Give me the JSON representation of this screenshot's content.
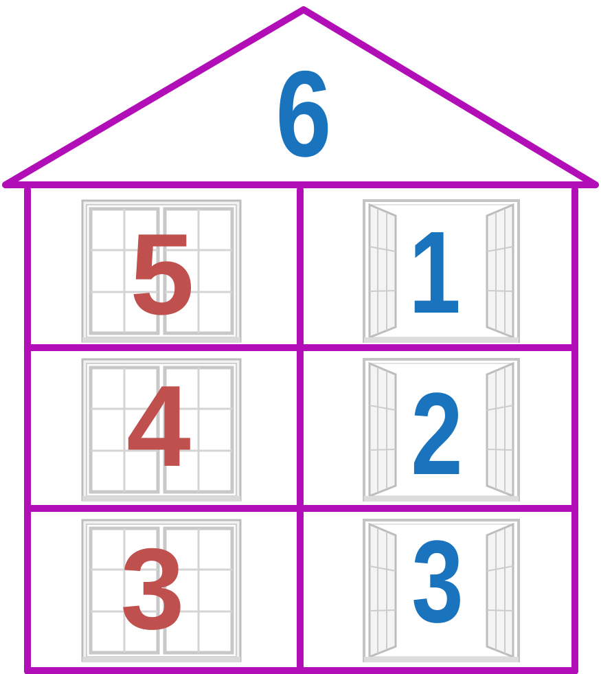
{
  "roof": {
    "number": "6"
  },
  "rows": [
    {
      "left": "5",
      "right": "1"
    },
    {
      "left": "4",
      "right": "2"
    },
    {
      "left": "3",
      "right": "3"
    }
  ],
  "colors": {
    "frame": "#b10eb7",
    "roof_number": "#1a73bd",
    "left_numbers": "#c0504d",
    "right_numbers": "#1a73bd",
    "window_frame": "#c9c9c9"
  },
  "icons": {
    "left_windows": "closed-window-icon",
    "right_windows": "open-window-icon"
  }
}
